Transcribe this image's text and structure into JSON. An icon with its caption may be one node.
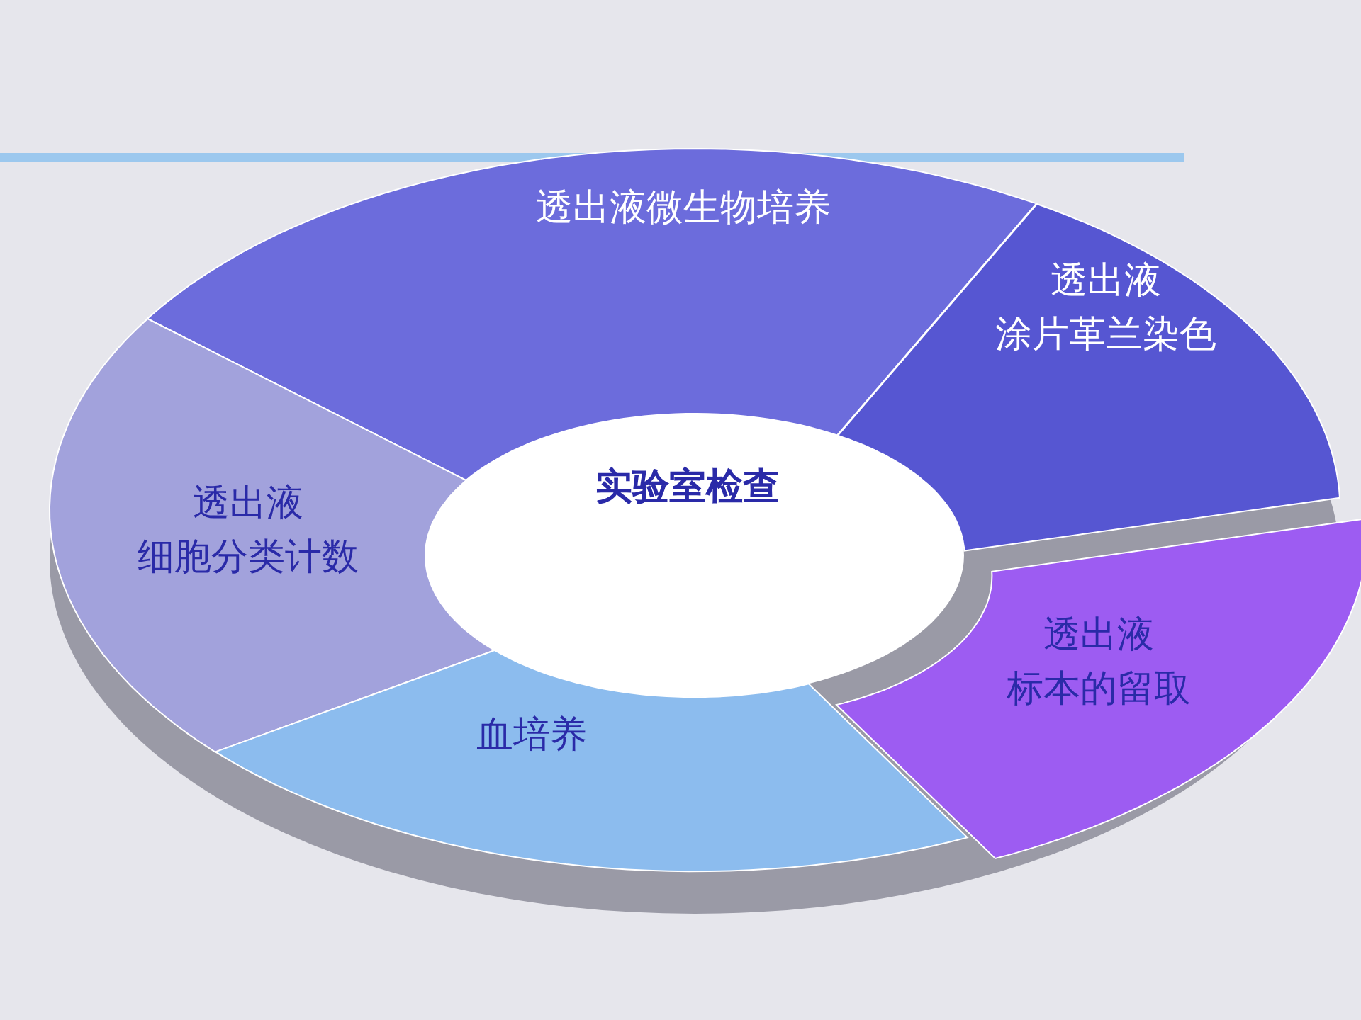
{
  "diagram": {
    "nodes": [
      {
        "text": [
          "透出液微生物培养"
        ]
      },
      {
        "text": [
          "透出液",
          "涂片革兰染色"
        ]
      },
      {
        "text": [
          "实验室检查"
        ]
      },
      {
        "text": [
          "透出液",
          "细胞分类计数"
        ]
      },
      {
        "text": [
          "透出液",
          "标本的留取"
        ]
      },
      {
        "text": [
          "血培养"
        ]
      }
    ]
  }
}
